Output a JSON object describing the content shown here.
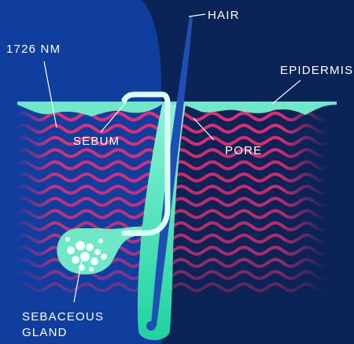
{
  "labels": {
    "hair": "HAIR",
    "wavelength": "1726 NM",
    "epidermis": "EPIDERMIS",
    "sebum": "SEBUM",
    "pore": "PORE",
    "gland_line1": "SEBACEOUS",
    "gland_line2": "GLAND"
  },
  "colors": {
    "background_left": "#0f3e9e",
    "background_right": "#0a2458",
    "laser_wave": "#ff2d6f",
    "epidermis": "#6fe8c8",
    "follicle_top": "#7ff0d4",
    "follicle_bottom": "#20d3a0",
    "hair_shaft": "#1f4fb5",
    "sebum_duct": "#d9fff3",
    "label_text": "#ffffff",
    "leader_line": "#ffffff"
  }
}
